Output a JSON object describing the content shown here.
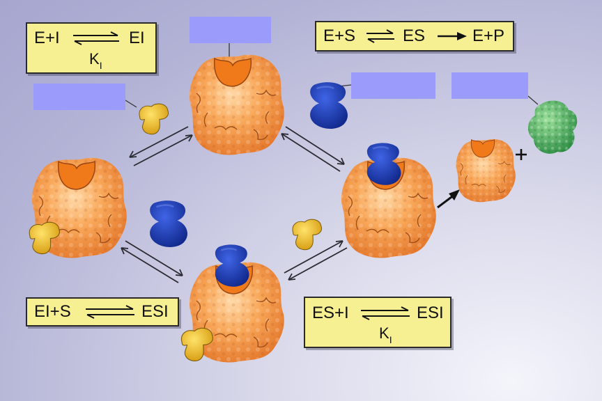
{
  "equations": {
    "inhibitor_binding": {
      "left": "E+I",
      "right": "EI",
      "constant": "K",
      "constant_sub": "I"
    },
    "substrate_reaction": {
      "left": "E+S",
      "middle": "ES",
      "right": "E+P"
    },
    "ei_substrate": {
      "left": "EI+S",
      "right": "ESI"
    },
    "es_inhibitor": {
      "left": "ES+I",
      "right": "ESI",
      "constant": "K",
      "constant_sub": "I"
    }
  },
  "label_boxes": [
    "",
    "",
    "",
    ""
  ],
  "colors": {
    "enzyme": "#f59a3c",
    "enzyme_shadow": "#d96a1e",
    "active_site": "#f07a1a",
    "substrate": "#1f3fb8",
    "inhibitor": "#f0c020",
    "product": "#4fb05a",
    "equation_box": "#f7f093",
    "label_box": "#9b9bfb"
  }
}
